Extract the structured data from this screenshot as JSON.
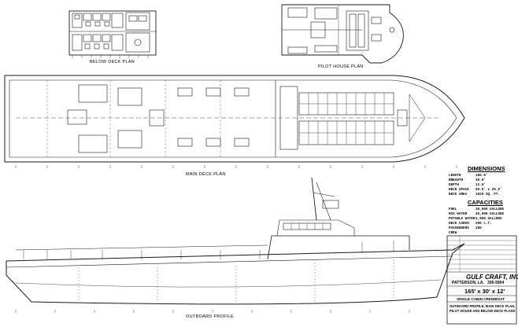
{
  "views": {
    "below_deck_label": "BELOW DECK PLAN",
    "pilot_house_label": "PILOT HOUSE PLAN",
    "main_deck_label": "MAIN DECK PLAN",
    "outboard_label": "OUTBOARD PROFILE"
  },
  "dimensions": {
    "title": "DIMENSIONS",
    "rows": [
      {
        "key": "LENGTH",
        "value": "165.0'"
      },
      {
        "key": "BREADTH",
        "value": "30.0'"
      },
      {
        "key": "DEPTH",
        "value": "12.0'"
      },
      {
        "key": "DECK SPACE",
        "value": "65.0' x 25.0'"
      },
      {
        "key": "DECK AREA",
        "value": "1625 SQ. FT."
      }
    ]
  },
  "capacities": {
    "title": "CAPACITIES",
    "rows": [
      {
        "key": "FUEL",
        "value": "30,000 GALLONS"
      },
      {
        "key": "RIG WATER",
        "value": "40,000 GALLONS"
      },
      {
        "key": "POTABLE WATER",
        "value": "1,800 GALLONS"
      },
      {
        "key": "DECK CARGO",
        "value": "250 L.T."
      },
      {
        "key": "PASSENGERS",
        "value": "100"
      },
      {
        "key": "CREW",
        "value": ""
      }
    ]
  },
  "title_block": {
    "company": "GULF CRAFT, INC.",
    "location": "PATTERSON, LA.",
    "phone": "395-5904",
    "vessel_size": "165' x 30' x 12'",
    "vessel_type": "SINGLE CABIN CREWBOAT",
    "drawing_title_1": "OUTBOARD PROFILE, MAIN DECK PLAN,",
    "drawing_title_2": "PILOT HOUSE AND BELOW DECK PLANS"
  },
  "colors": {
    "line": "#1a1a1a",
    "background": "#ffffff"
  }
}
